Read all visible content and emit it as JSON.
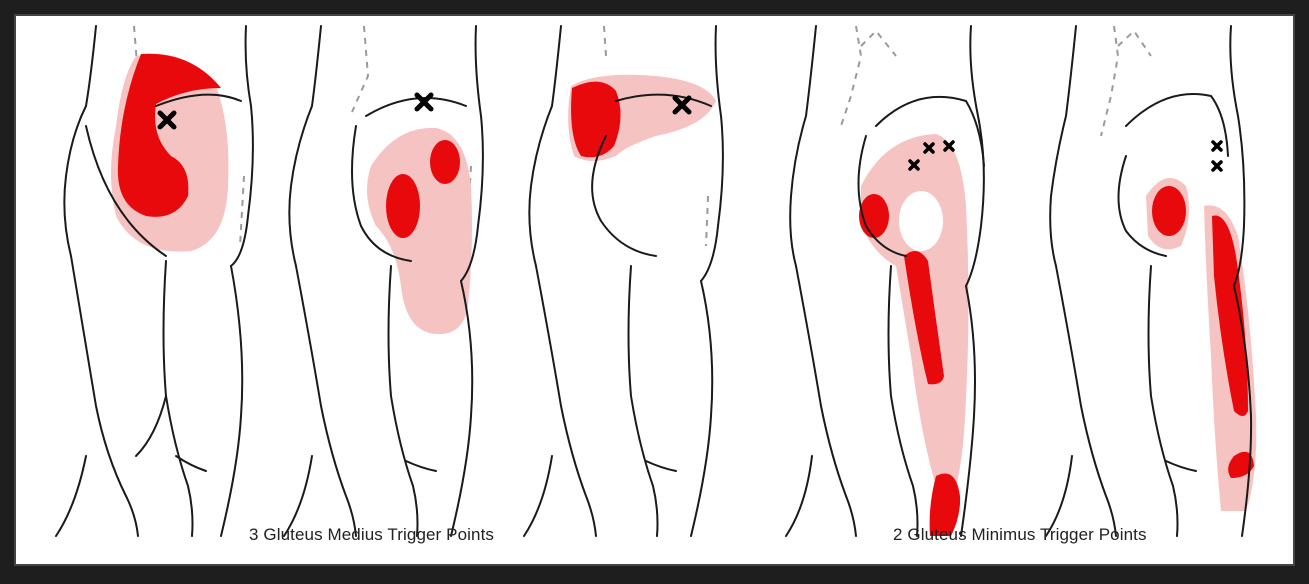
{
  "captions": {
    "medius": "3 Gluteus Medius Trigger Points",
    "minimus": "2 Gluteus Minimus Trigger Points"
  },
  "colors": {
    "background": "#ffffff",
    "border": "#1e1e1e",
    "outline": "#1a1a1a",
    "referred_pain_light": "#f6c3c3",
    "referred_pain_dark": "#e8090c",
    "trigger_point": "#000000",
    "muscle_dashed": "#9a9a9a"
  },
  "figures": [
    {
      "group": "gluteus-medius",
      "trigger_point_count": 1
    },
    {
      "group": "gluteus-medius",
      "trigger_point_count": 1
    },
    {
      "group": "gluteus-medius",
      "trigger_point_count": 1
    },
    {
      "group": "gluteus-minimus",
      "trigger_point_count": 3
    },
    {
      "group": "gluteus-minimus",
      "trigger_point_count": 2
    }
  ]
}
